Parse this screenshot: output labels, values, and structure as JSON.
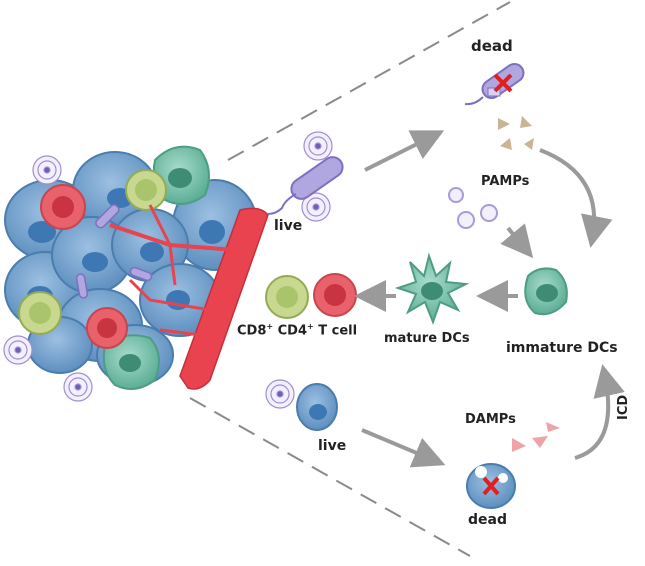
{
  "labels": {
    "dead_top": "dead",
    "pamps": "PAMPs",
    "live_bacteria": "live",
    "tcell_prefix": "CD8",
    "tcell_sup1": "+",
    "tcell_mid": "CD4",
    "tcell_sup2": "+",
    "tcell_suffix": "T cell",
    "mature_dcs": "mature DCs",
    "immature_dcs": "immature DCs",
    "live_tumor": "live",
    "damps": "DAMPs",
    "icd": "ICD",
    "dead_bottom": "dead"
  },
  "colors": {
    "tumor_cell": "#6f9fcc",
    "tumor_nucleus": "#3d78b5",
    "blood_vessel": "#e8434f",
    "t_cell_red": "#e9616a",
    "t_cell_green": "#a9c46a",
    "dendritic_cell": "#6fc1a8",
    "bacteria": "#9b8ed0",
    "pamp_triangle": "#c9b493",
    "damp_triangle": "#f0a3a6",
    "dashed_line": "#8a8a8a",
    "arrow": "#9a9a9a"
  }
}
